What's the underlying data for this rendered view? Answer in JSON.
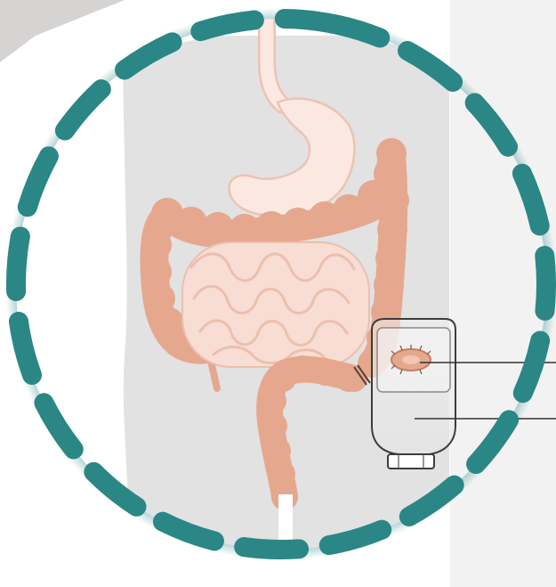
{
  "figure": {
    "subject": "colostomy",
    "parts": [
      {
        "id": "esophagus",
        "icon": "esophagus-icon"
      },
      {
        "id": "stomach",
        "icon": "stomach-icon"
      },
      {
        "id": "small-intestine",
        "icon": "small-intestine-icon"
      },
      {
        "id": "large-intestine",
        "icon": "colon-icon"
      },
      {
        "id": "rectum",
        "icon": "rectum-icon"
      },
      {
        "id": "stoma",
        "icon": "stoma-icon"
      },
      {
        "id": "ostomy-pouch",
        "icon": "ostomy-bag-icon"
      }
    ],
    "callout_lines": 2
  },
  "colors": {
    "ring": "#2a8786",
    "torso": "#e2e2e2",
    "colon": "#e5a88e",
    "colon_dark": "#d99579",
    "small_intestine": "#f7ddd3",
    "small_intestine_outline": "#ecbfae",
    "stomach": "#fbe9e1",
    "pouch_outline": "#3c3c3c",
    "callout": "#333333",
    "wall_left": "#d6d3d3",
    "wall_right": "#f2f2f2"
  }
}
